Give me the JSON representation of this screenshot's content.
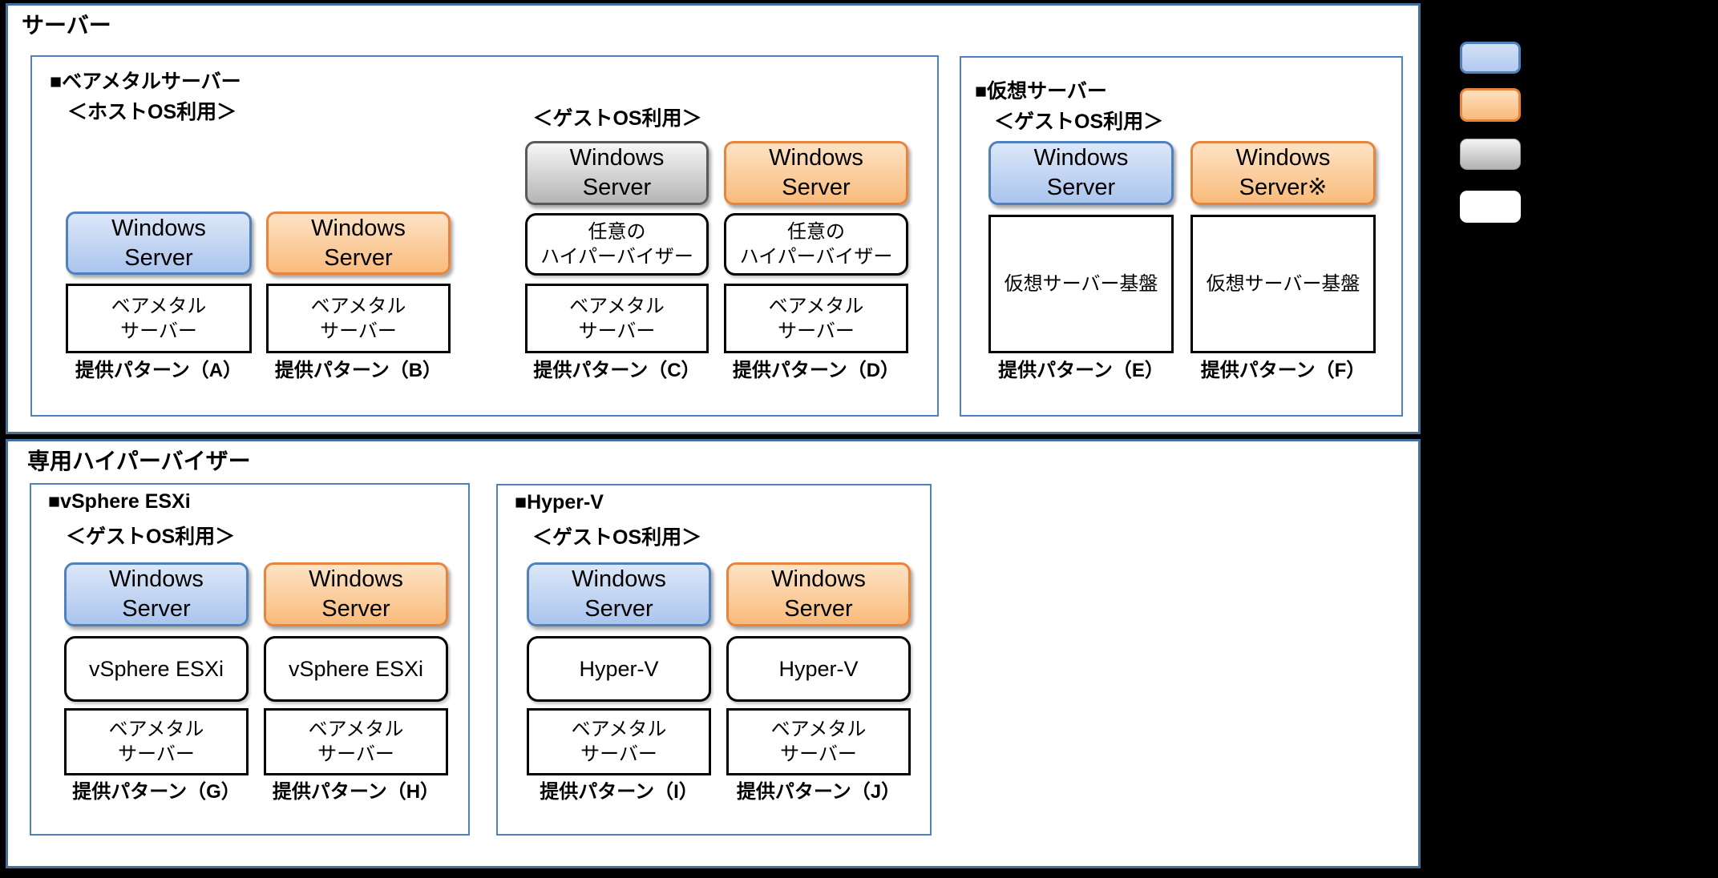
{
  "palette": {
    "background": "#000000",
    "panel_border_blue": "#41719c",
    "inner_border_blue": "#4f81bd",
    "windows_blue_border": "#4f81bd",
    "windows_orange_border": "#e8843b",
    "windows_gray_border": "#595959",
    "box_black_border": "#000000"
  },
  "sections": [
    {
      "title": "サーバー",
      "groups": [
        {
          "heading": "■ベアメタルサーバー",
          "subheading": "＜ホストOS利用＞",
          "floating_label": "＜ゲストOS利用＞",
          "stacks": [
            {
              "label": "提供パターン（A）",
              "boxes": [
                {
                  "text": "Windows\nServer",
                  "style": "blue"
                },
                {
                  "text": "ベアメタル\nサーバー",
                  "style": "rect"
                }
              ]
            },
            {
              "label": "提供パターン（B）",
              "boxes": [
                {
                  "text": "Windows\nServer",
                  "style": "orange"
                },
                {
                  "text": "ベアメタル\nサーバー",
                  "style": "rect"
                }
              ]
            },
            {
              "label": "提供パターン（C）",
              "boxes": [
                {
                  "text": "Windows\nServer",
                  "style": "gray"
                },
                {
                  "text": "任意の\nハイパーバイザー",
                  "style": "round"
                },
                {
                  "text": "ベアメタル\nサーバー",
                  "style": "rect"
                }
              ]
            },
            {
              "label": "提供パターン（D）",
              "boxes": [
                {
                  "text": "Windows\nServer",
                  "style": "orange"
                },
                {
                  "text": "任意の\nハイパーバイザー",
                  "style": "round"
                },
                {
                  "text": "ベアメタル\nサーバー",
                  "style": "rect"
                }
              ]
            }
          ]
        },
        {
          "heading": "■仮想サーバー",
          "subheading": "＜ゲストOS利用＞",
          "stacks": [
            {
              "label": "提供パターン（E）",
              "boxes": [
                {
                  "text": "Windows\nServer",
                  "style": "blue"
                },
                {
                  "text": "仮想サーバー基盤",
                  "style": "rect-tall"
                }
              ]
            },
            {
              "label": "提供パターン（F）",
              "boxes": [
                {
                  "text": "Windows\nServer※",
                  "style": "orange"
                },
                {
                  "text": "仮想サーバー基盤",
                  "style": "rect-tall"
                }
              ]
            }
          ]
        }
      ]
    },
    {
      "title": "専用ハイパーバイザー",
      "groups": [
        {
          "heading": "■vSphere ESXi",
          "subheading": "＜ゲストOS利用＞",
          "stacks": [
            {
              "label": "提供パターン（G）",
              "boxes": [
                {
                  "text": "Windows\nServer",
                  "style": "blue"
                },
                {
                  "text": "vSphere ESXi",
                  "style": "round"
                },
                {
                  "text": "ベアメタル\nサーバー",
                  "style": "rect"
                }
              ]
            },
            {
              "label": "提供パターン（H）",
              "boxes": [
                {
                  "text": "Windows\nServer",
                  "style": "orange"
                },
                {
                  "text": "vSphere ESXi",
                  "style": "round"
                },
                {
                  "text": "ベアメタル\nサーバー",
                  "style": "rect"
                }
              ]
            }
          ]
        },
        {
          "heading": "■Hyper-V",
          "subheading": "＜ゲストOS利用＞",
          "stacks": [
            {
              "label": "提供パターン（I）",
              "boxes": [
                {
                  "text": "Windows\nServer",
                  "style": "blue"
                },
                {
                  "text": "Hyper-V",
                  "style": "round"
                },
                {
                  "text": "ベアメタル\nサーバー",
                  "style": "rect"
                }
              ]
            },
            {
              "label": "提供パターン（J）",
              "boxes": [
                {
                  "text": "Windows\nServer",
                  "style": "orange"
                },
                {
                  "text": "Hyper-V",
                  "style": "round"
                },
                {
                  "text": "ベアメタル\nサーバー",
                  "style": "rect"
                }
              ]
            }
          ]
        }
      ]
    }
  ],
  "legend": {
    "items": [
      {
        "name": "blue-chip",
        "color_top": "#d4e1f6",
        "color_bottom": "#b2c9ef",
        "border": "#4f81bd"
      },
      {
        "name": "orange-chip",
        "color_top": "#fde0c0",
        "color_bottom": "#f9b97a",
        "border": "#e8843b"
      },
      {
        "name": "gray-chip",
        "color_top": "#f4f4f4",
        "color_bottom": "#b2b2b2",
        "border": "#9a9a9a"
      },
      {
        "name": "white-chip",
        "color_top": "#ffffff",
        "color_bottom": "#ffffff",
        "border": "#ffffff"
      }
    ]
  }
}
